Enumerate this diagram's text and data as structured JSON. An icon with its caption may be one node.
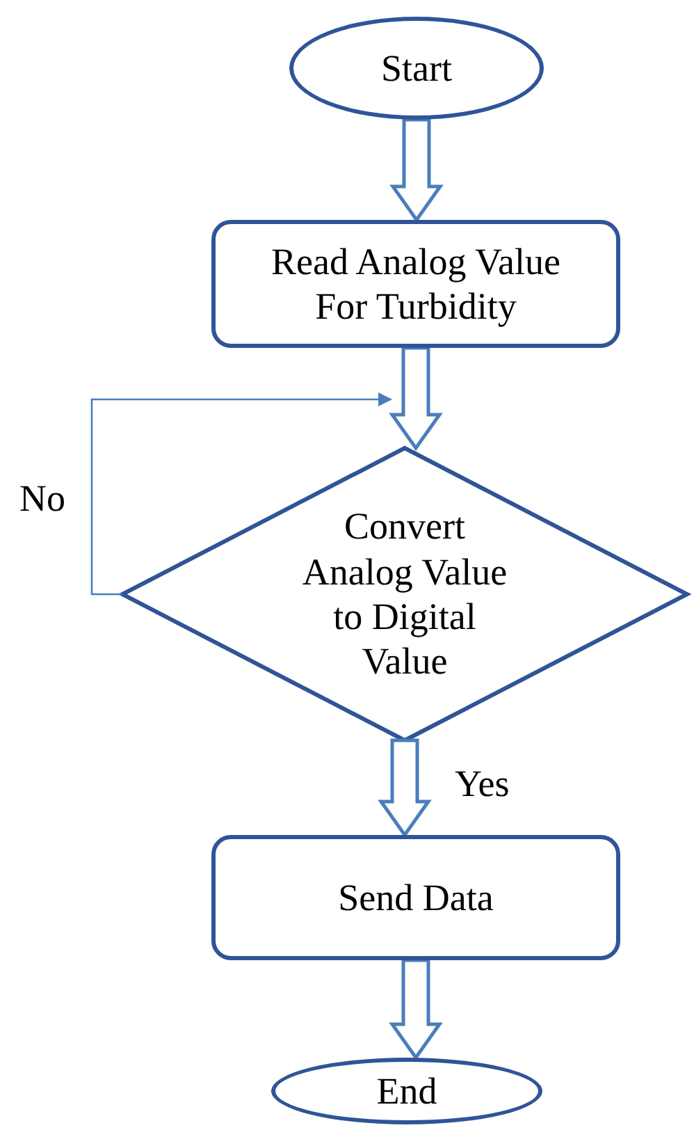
{
  "diagram": {
    "nodes": [
      {
        "text": [
          "Start"
        ]
      },
      {
        "text": [
          "Read Analog Value For Turbidity"
        ]
      },
      {
        "text": [
          "Convert Analog Value to Digital Value"
        ]
      },
      {
        "text": [
          "Send Data"
        ]
      },
      {
        "text": [
          "End"
        ]
      }
    ],
    "edges": [
      {
        "from": 0,
        "to": 1,
        "arrow": "to"
      },
      {
        "from": 1,
        "to": 2,
        "arrow": "to"
      },
      {
        "from": 2,
        "to": 2,
        "arrow": "to",
        "label": "No"
      },
      {
        "from": 2,
        "to": 3,
        "arrow": "to",
        "label": "Yes"
      },
      {
        "from": 3,
        "to": 4,
        "arrow": "to"
      }
    ]
  }
}
